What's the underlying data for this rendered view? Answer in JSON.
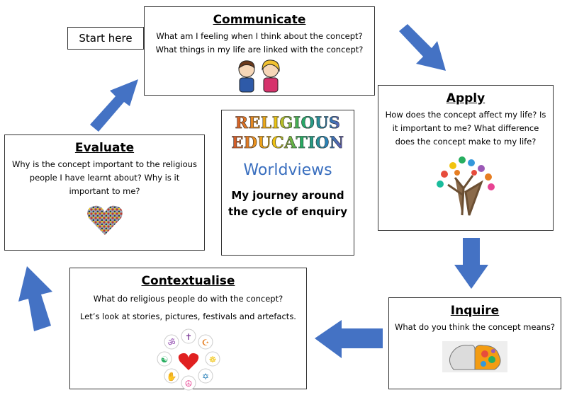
{
  "start": {
    "label": "Start here"
  },
  "communicate": {
    "title": "Communicate",
    "text": "What am I feeling when I think about the concept? What things in my life are linked with the concept?",
    "icon": "children-talking-illustration"
  },
  "apply": {
    "title": "Apply",
    "text": "How does the concept affect my life?  Is it important to me? What difference does the concept make to my life?",
    "icon": "colorful-tree-illustration"
  },
  "evaluate": {
    "title": "Evaluate",
    "text": "Why is the concept important to the religious people I have learnt about?  Why is it important to me?",
    "icon": "heart-of-people-illustration"
  },
  "contextualise": {
    "title": "Contextualise",
    "text1": "What do religious people do with the concept?",
    "text2": "Let’s look at stories, pictures, festivals and artefacts.",
    "icon": "religious-symbols-wheel"
  },
  "inquire": {
    "title": "Inquire",
    "text": "What do you think the concept means?",
    "icon": "brain-illustration"
  },
  "center": {
    "logo_line1": "RELIGIOUS",
    "logo_line2": "EDUCATION",
    "subtitle": "Worldviews",
    "heading": "My journey around the cycle of enquiry"
  },
  "colors": {
    "arrow": "#4472c4",
    "box_border": "#333333",
    "worldviews": "#3a6fbf"
  }
}
